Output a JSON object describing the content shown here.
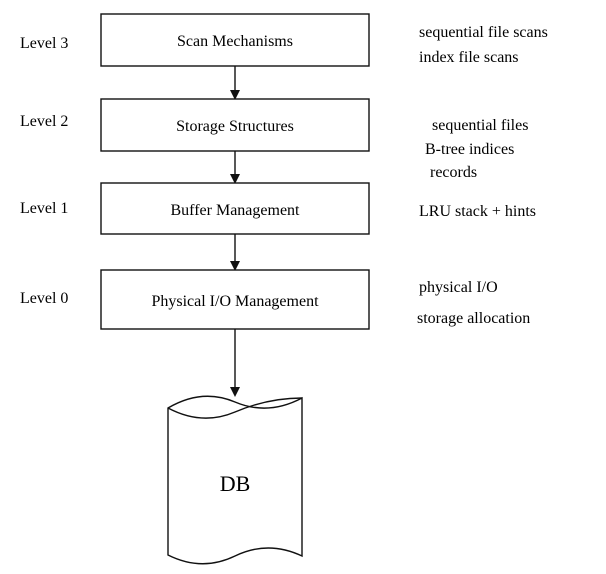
{
  "levels": [
    {
      "label": "Level 3",
      "box": "Scan Mechanisms",
      "notes": [
        "sequential file scans",
        "index file scans"
      ]
    },
    {
      "label": "Level 2",
      "box": "Storage Structures",
      "notes": [
        "sequential files",
        "B-tree indices",
        "records"
      ]
    },
    {
      "label": "Level 1",
      "box": "Buffer Management",
      "notes": [
        "LRU stack + hints"
      ]
    },
    {
      "label": "Level 0",
      "box": "Physical I/O Management",
      "notes": [
        "physical I/O",
        "storage allocation"
      ]
    }
  ],
  "database": {
    "label": "DB"
  }
}
